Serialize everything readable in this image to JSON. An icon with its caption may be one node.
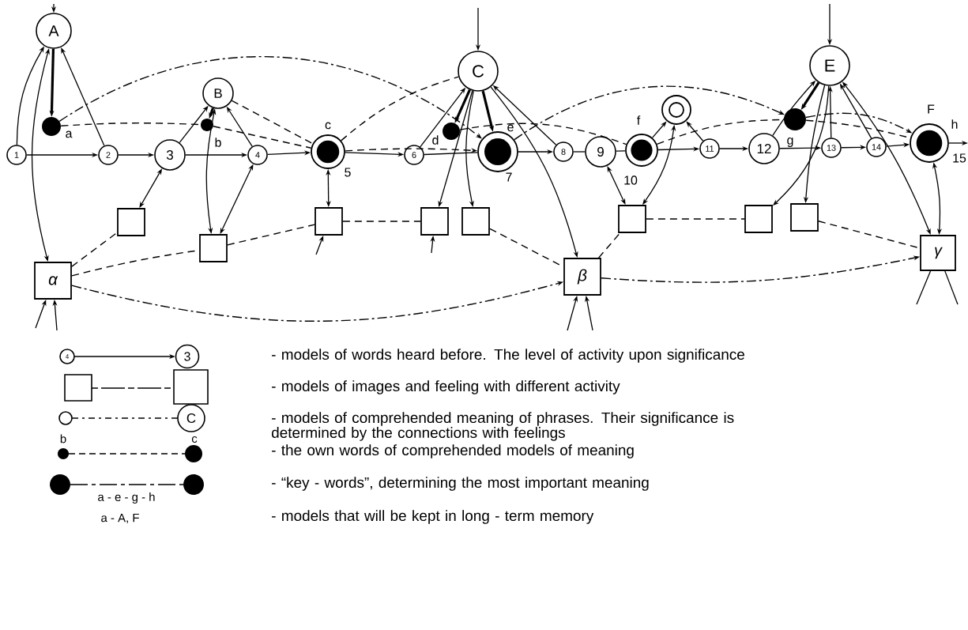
{
  "diagram": {
    "nodes": [
      {
        "text": [
          "A"
        ]
      },
      {
        "text": [],
        "shape": "circle",
        "beside": [
          "a"
        ]
      },
      {
        "text": [
          "1"
        ]
      },
      {
        "text": [
          "2"
        ]
      },
      {
        "text": [
          "3"
        ]
      },
      {
        "text": [
          "B"
        ]
      },
      {
        "text": [],
        "shape": "circle",
        "beside": [
          "b"
        ]
      },
      {
        "text": [
          "4"
        ]
      },
      {
        "text": [],
        "shape": "circle",
        "beside": [
          "c",
          "5"
        ]
      },
      {
        "text": [
          "6"
        ]
      },
      {
        "text": [
          "C"
        ]
      },
      {
        "text": [],
        "shape": "circle",
        "beside": [
          "d"
        ]
      },
      {
        "text": [],
        "shape": "circle",
        "beside": [
          "e",
          "7"
        ]
      },
      {
        "text": [
          "8"
        ]
      },
      {
        "text": [
          "9"
        ]
      },
      {
        "text": [],
        "shape": "circle",
        "beside": [
          "f",
          "10"
        ]
      },
      {
        "text": [],
        "shape": "circle"
      },
      {
        "text": [
          "11"
        ]
      },
      {
        "text": [
          "12"
        ]
      },
      {
        "text": [],
        "shape": "circle",
        "beside": [
          "g"
        ]
      },
      {
        "text": [
          "E"
        ]
      },
      {
        "text": [
          "13"
        ]
      },
      {
        "text": [
          "14"
        ]
      },
      {
        "text": [],
        "shape": "circle",
        "beside": [
          "F",
          "h",
          "15"
        ]
      },
      {
        "text": [],
        "shape": "box"
      },
      {
        "text": [],
        "shape": "box"
      },
      {
        "text": [],
        "shape": "box"
      },
      {
        "text": [],
        "shape": "box"
      },
      {
        "text": [],
        "shape": "box"
      },
      {
        "text": [],
        "shape": "box"
      },
      {
        "text": [],
        "shape": "box"
      },
      {
        "text": [],
        "shape": "box"
      },
      {
        "text": [
          "α"
        ]
      },
      {
        "text": [
          "β"
        ]
      },
      {
        "text": [
          "γ"
        ]
      }
    ],
    "edges": [
      {
        "from": null,
        "to": 0,
        "arrow": "to"
      },
      {
        "from": null,
        "to": 10,
        "arrow": "to"
      },
      {
        "from": null,
        "to": 20,
        "arrow": "to"
      },
      {
        "from": 2,
        "to": 3,
        "arrow": "to"
      },
      {
        "from": 3,
        "to": 4,
        "arrow": "to"
      },
      {
        "from": 4,
        "to": 7,
        "arrow": "to"
      },
      {
        "from": 7,
        "to": 8,
        "arrow": "to"
      },
      {
        "from": 8,
        "to": 9,
        "arrow": "to"
      },
      {
        "from": 9,
        "to": 12,
        "arrow": "none"
      },
      {
        "from": 12,
        "to": 13,
        "arrow": "to"
      },
      {
        "from": 13,
        "to": 14,
        "arrow": "none"
      },
      {
        "from": 14,
        "to": 15,
        "arrow": "none"
      },
      {
        "from": 15,
        "to": 17,
        "arrow": "to"
      },
      {
        "from": 17,
        "to": 18,
        "arrow": "to"
      },
      {
        "from": 18,
        "to": 21,
        "arrow": "to"
      },
      {
        "from": 21,
        "to": 22,
        "arrow": "to"
      },
      {
        "from": 22,
        "to": 23,
        "arrow": "to"
      },
      {
        "from": 23,
        "to": null,
        "arrow": "to"
      },
      {
        "from": 2,
        "to": 0,
        "arrow": "to"
      },
      {
        "from": 0,
        "to": 32,
        "arrow": "both"
      },
      {
        "from": 3,
        "to": 0,
        "arrow": "to"
      },
      {
        "from": 0,
        "to": 1,
        "arrow": "to",
        "style": "thick"
      },
      {
        "from": 4,
        "to": 5,
        "arrow": "to"
      },
      {
        "from": 5,
        "to": 6,
        "arrow": "to",
        "style": "thick"
      },
      {
        "from": 7,
        "to": 5,
        "arrow": "to"
      },
      {
        "from": 5,
        "to": 25,
        "arrow": "both"
      },
      {
        "from": 4,
        "to": 24,
        "arrow": "both"
      },
      {
        "from": 7,
        "to": 25,
        "arrow": "both"
      },
      {
        "from": 8,
        "to": 26,
        "arrow": "both"
      },
      {
        "from": 9,
        "to": 10,
        "arrow": "to"
      },
      {
        "from": 10,
        "to": 11,
        "arrow": "to",
        "style": "thick"
      },
      {
        "from": 10,
        "to": 12,
        "arrow": "to",
        "style": "thick"
      },
      {
        "from": 10,
        "to": 27,
        "arrow": "to"
      },
      {
        "from": 10,
        "to": 28,
        "arrow": "to"
      },
      {
        "from": 10,
        "to": 33,
        "arrow": "to"
      },
      {
        "from": 13,
        "to": 10,
        "arrow": "to"
      },
      {
        "from": 14,
        "to": 29,
        "arrow": "both"
      },
      {
        "from": 16,
        "to": 29,
        "arrow": "both"
      },
      {
        "from": 15,
        "to": 16,
        "arrow": "to"
      },
      {
        "from": 17,
        "to": 16,
        "arrow": "to"
      },
      {
        "from": 18,
        "to": 20,
        "arrow": "to"
      },
      {
        "from": 20,
        "to": 19,
        "arrow": "to",
        "style": "thick"
      },
      {
        "from": 20,
        "to": 30,
        "arrow": "to"
      },
      {
        "from": 20,
        "to": 31,
        "arrow": "to"
      },
      {
        "from": 21,
        "to": 20,
        "arrow": "to"
      },
      {
        "from": 22,
        "to": 20,
        "arrow": "to"
      },
      {
        "from": 20,
        "to": 34,
        "arrow": "both"
      },
      {
        "from": 23,
        "to": 34,
        "arrow": "both"
      },
      {
        "from": 1,
        "to": 6,
        "arrow": "none",
        "style": "dashed"
      },
      {
        "from": 6,
        "to": 8,
        "arrow": "none",
        "style": "dashed"
      },
      {
        "from": 5,
        "to": 8,
        "arrow": "none",
        "style": "dashed"
      },
      {
        "from": 8,
        "to": 10,
        "arrow": "none",
        "style": "dashed"
      },
      {
        "from": 8,
        "to": 12,
        "arrow": "to",
        "style": "dashed"
      },
      {
        "from": 11,
        "to": 15,
        "arrow": "none",
        "style": "dashed"
      },
      {
        "from": 15,
        "to": 19,
        "arrow": "none",
        "style": "dashed"
      },
      {
        "from": 19,
        "to": 23,
        "arrow": "none",
        "style": "dashed"
      },
      {
        "from": 1,
        "to": 12,
        "arrow": "to",
        "style": "dashed"
      },
      {
        "from": 12,
        "to": 19,
        "arrow": "to",
        "style": "dashed"
      },
      {
        "from": 19,
        "to": 23,
        "arrow": "to",
        "style": "dashed"
      },
      {
        "from": 32,
        "to": 24,
        "arrow": "none",
        "style": "dashed"
      },
      {
        "from": 32,
        "to": 25,
        "arrow": "none",
        "style": "dashed"
      },
      {
        "from": 25,
        "to": 26,
        "arrow": "none",
        "style": "dashed"
      },
      {
        "from": 26,
        "to": 27,
        "arrow": "none",
        "style": "dashed"
      },
      {
        "from": 28,
        "to": 33,
        "arrow": "none",
        "style": "dashed"
      },
      {
        "from": 33,
        "to": 29,
        "arrow": "none",
        "style": "dashed"
      },
      {
        "from": 29,
        "to": 30,
        "arrow": "none",
        "style": "dashed"
      },
      {
        "from": 31,
        "to": 34,
        "arrow": "none",
        "style": "dashed"
      },
      {
        "from": 32,
        "to": 33,
        "arrow": "to",
        "style": "dashed"
      },
      {
        "from": 33,
        "to": 34,
        "arrow": "to",
        "style": "dashed"
      },
      {
        "from": null,
        "to": 26,
        "arrow": "to"
      },
      {
        "from": null,
        "to": 27,
        "arrow": "to"
      },
      {
        "from": null,
        "to": 32,
        "arrow": "to"
      },
      {
        "from": null,
        "to": 32,
        "arrow": "to"
      },
      {
        "from": null,
        "to": 33,
        "arrow": "to"
      },
      {
        "from": null,
        "to": 33,
        "arrow": "to"
      },
      {
        "from": 34,
        "to": null,
        "arrow": "none"
      },
      {
        "from": 34,
        "to": null,
        "arrow": "none"
      }
    ],
    "labels": [
      "4",
      "3",
      "C",
      "b",
      "c",
      "a - e - g - h",
      "a - A, F"
    ],
    "legend": [
      {
        "text": "- models of words heard before. The level of activity upon significance"
      },
      {
        "text": "- models of images and feeling with different activity"
      },
      {
        "text": "- models of comprehended meaning of phrases. Their significance is determined by the connections with feelings"
      },
      {
        "text": "- the own words of comprehended models of meaning"
      },
      {
        "text": "- “key - words”, determining the most important meaning"
      },
      {
        "text": "- models that will be kept in long - term memory"
      }
    ]
  }
}
